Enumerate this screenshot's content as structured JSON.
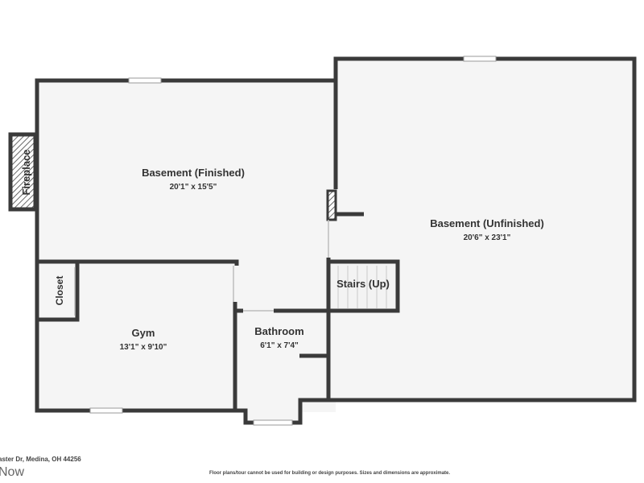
{
  "colors": {
    "wall": "#3a3a3a",
    "floor": "#f5f5f5",
    "window": "#cfcfcf",
    "text": "#333333"
  },
  "rooms": {
    "basement_finished": {
      "name": "Basement (Finished)",
      "dims": "20'1\" x 15'5\""
    },
    "basement_unfinished": {
      "name": "Basement (Unfinished)",
      "dims": "20'6\" x 23'1\""
    },
    "gym": {
      "name": "Gym",
      "dims": "13'1\" x 9'10\""
    },
    "bathroom": {
      "name": "Bathroom",
      "dims": "6'1\" x 7'4\""
    },
    "stairs": {
      "name": "Stairs (Up)"
    },
    "closet": {
      "name": "Closet"
    },
    "fireplace": {
      "name": "Fireplace"
    }
  },
  "footer": {
    "address": "aster Dr, Medina, OH 44256",
    "brand": "Now",
    "disclaimer": "Floor plans/tour cannot be used for building or design purposes. Sizes and dimensions are approximate."
  }
}
